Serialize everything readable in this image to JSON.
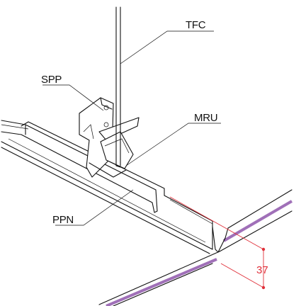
{
  "labels": {
    "tfc": "TFC",
    "spp": "SPP",
    "mru": "MRU",
    "ppn": "PPN"
  },
  "dimension": {
    "value": "37"
  },
  "colors": {
    "line": "#111111",
    "dimension": "#e0303a",
    "gasket": "#a070b8"
  }
}
